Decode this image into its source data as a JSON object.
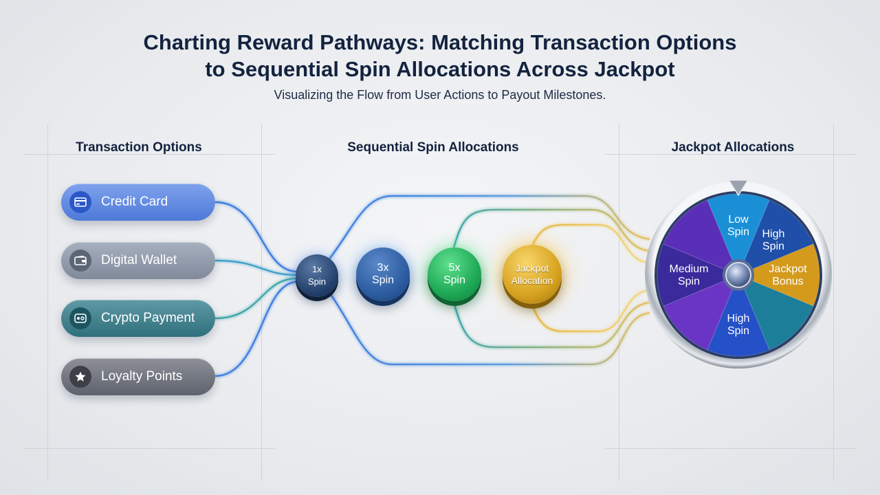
{
  "title_lines": [
    "Charting Reward Pathways: Matching Transaction Options",
    "to Sequential Spin Allocations Across Jackpot"
  ],
  "subtitle": "Visualizing the Flow from User Actions to Payout Milestones.",
  "columns": {
    "transactions": "Transaction Options",
    "spins": "Sequential Spin Allocations",
    "jackpot": "Jackpot Allocations"
  },
  "transactions": [
    {
      "label": "Credit Card",
      "icon": "credit-card-icon"
    },
    {
      "label": "Digital Wallet",
      "icon": "wallet-icon"
    },
    {
      "label": "Crypto Payment",
      "icon": "crypto-icon"
    },
    {
      "label": "Loyalty Points",
      "icon": "star-icon"
    }
  ],
  "spins": [
    {
      "line1": "1x",
      "line2": "Spin",
      "color": "#23406b"
    },
    {
      "line1": "3x",
      "line2": "Spin",
      "color": "#2a5a9e"
    },
    {
      "line1": "5x",
      "line2": "Spin",
      "color": "#1ea956"
    },
    {
      "line1": "Jackpot",
      "line2": "Allocation",
      "color": "#d7a21f"
    }
  ],
  "wheel_segments": [
    {
      "lines": [
        "Low",
        "Spin"
      ],
      "color": "#1a8fd6"
    },
    {
      "lines": [
        "High",
        "Spin"
      ],
      "color": "#1f4fa8"
    },
    {
      "lines": [
        "Jackpot",
        "Bonus"
      ],
      "color": "#d49a1c"
    },
    {
      "lines": [],
      "color": "#1d7e9a"
    },
    {
      "lines": [
        "High",
        "Spin"
      ],
      "color": "#2450c8"
    },
    {
      "lines": [],
      "color": "#6a35c4"
    },
    {
      "lines": [
        "Medium",
        "Spin"
      ],
      "color": "#3a2a9c"
    },
    {
      "lines": [],
      "color": "#5a2fb8"
    }
  ],
  "colors": {
    "link_blue": "#3a7be0",
    "link_teal": "#3aa6a8",
    "link_gold": "#e8c25a",
    "pointer": "#9aa3ae"
  }
}
